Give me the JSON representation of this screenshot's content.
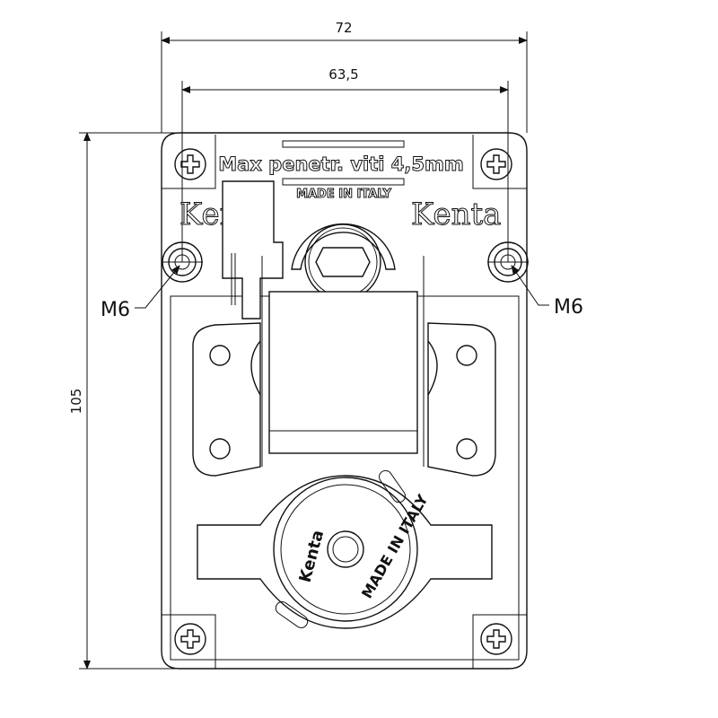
{
  "dimensions": {
    "overall_width": "72",
    "hole_spacing": "63,5",
    "overall_height": "105",
    "hole_left": "M6",
    "hole_right": "M6"
  },
  "labels": {
    "max_screw_depth": "Max penetr. viti 4,5mm",
    "made_in_italy_top": "MADE IN ITALY",
    "brand_left": "Kenta",
    "brand_right": "Kenta",
    "gear_brand": "Kenta",
    "gear_made_in": "MADE IN ITALY"
  }
}
